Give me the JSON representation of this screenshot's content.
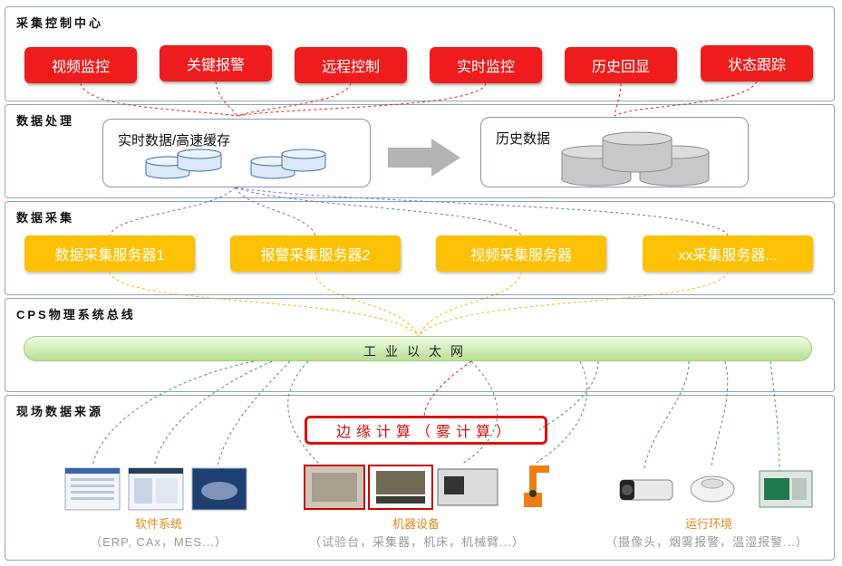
{
  "layers": {
    "control": {
      "title": "采集控制中心"
    },
    "processing": {
      "title": "数据处理"
    },
    "collection": {
      "title": "数据采集"
    },
    "bus": {
      "title": "CPS物理系统总线"
    },
    "sources": {
      "title": "现场数据来源"
    }
  },
  "control_buttons": [
    "视频监控",
    "关键报警",
    "远程控制",
    "实时监控",
    "历史回显",
    "状态跟踪"
  ],
  "storage": {
    "realtime_label": "实时数据/高速缓存",
    "history_label": "历史数据"
  },
  "collection_servers": [
    "数据采集服务器1",
    "报警采集服务器2",
    "视频采集服务器",
    "xx采集服务器..."
  ],
  "bus_label": "工业以太网",
  "edge_label": "边缘计算（雾计算）",
  "sources": {
    "software": {
      "label": "软件系统",
      "sub": "（ERP, CAx，MES...）"
    },
    "machines": {
      "label": "机器设备",
      "sub": "（试验台，采集器，机床，机械臂...）"
    },
    "environment": {
      "label": "运行环境",
      "sub": "（摄像头，烟雾报警，温湿报警...）"
    }
  },
  "colors": {
    "red": "#ee1c1c",
    "yellow": "#fcc005",
    "blue_link": "#5b7fc7",
    "green_link": "#3aa34a",
    "orange_label": "#e38a1e"
  },
  "icons": [
    "database-icon",
    "arrow-right-icon",
    "screenshot-thumbnail",
    "machine-thumbnail",
    "robot-arm-icon",
    "camera-icon",
    "smoke-detector-icon",
    "sensor-module-icon"
  ]
}
